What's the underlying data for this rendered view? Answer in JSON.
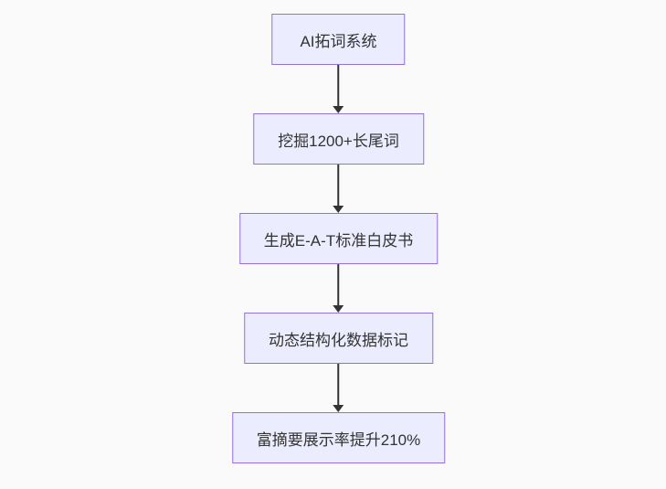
{
  "diagram": {
    "type": "flowchart",
    "direction": "top-down",
    "nodes": [
      {
        "id": "node-1",
        "label": "AI拓词系统"
      },
      {
        "id": "node-2",
        "label": "挖掘1200+长尾词"
      },
      {
        "id": "node-3",
        "label": "生成E-A-T标准白皮书"
      },
      {
        "id": "node-4",
        "label": "动态结构化数据标记"
      },
      {
        "id": "node-5",
        "label": "富摘要展示率提升210%"
      }
    ],
    "edges": [
      {
        "from": "node-1",
        "to": "node-2",
        "style": "arrow-down"
      },
      {
        "from": "node-2",
        "to": "node-3",
        "style": "arrow-down"
      },
      {
        "from": "node-3",
        "to": "node-4",
        "style": "arrow-down"
      },
      {
        "from": "node-4",
        "to": "node-5",
        "style": "arrow-down"
      }
    ],
    "colors": {
      "background": "#fafafa",
      "node_fill": "#ececff",
      "node_border": "#9370db",
      "node_text": "#333333",
      "edge": "#333333"
    }
  }
}
